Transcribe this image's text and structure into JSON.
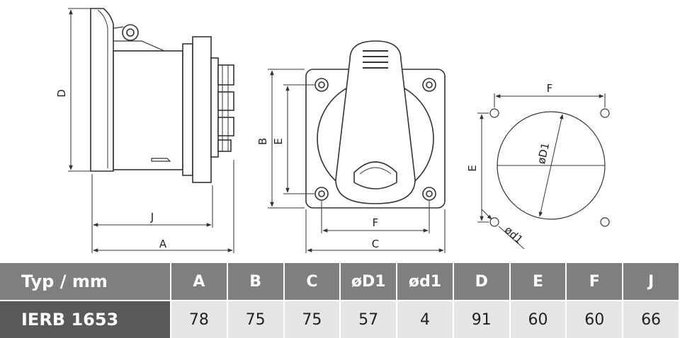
{
  "diagram": {
    "labels": {
      "side_height": "D",
      "side_depth": "J",
      "side_length": "A",
      "front_height": "B",
      "front_hole_v": "E",
      "front_hole_h": "F",
      "front_width": "C",
      "cutout_hole_h": "F",
      "cutout_hole_v": "E",
      "cutout_diameter": "øD1",
      "cutout_small_hole": "ød1"
    }
  },
  "table": {
    "header_label": "Typ / mm",
    "columns": [
      "A",
      "B",
      "C",
      "øD1",
      "ød1",
      "D",
      "E",
      "F",
      "J"
    ],
    "rows": [
      {
        "model": "IERB 1653",
        "values": [
          "78",
          "75",
          "75",
          "57",
          "4",
          "91",
          "60",
          "60",
          "66"
        ]
      }
    ]
  }
}
